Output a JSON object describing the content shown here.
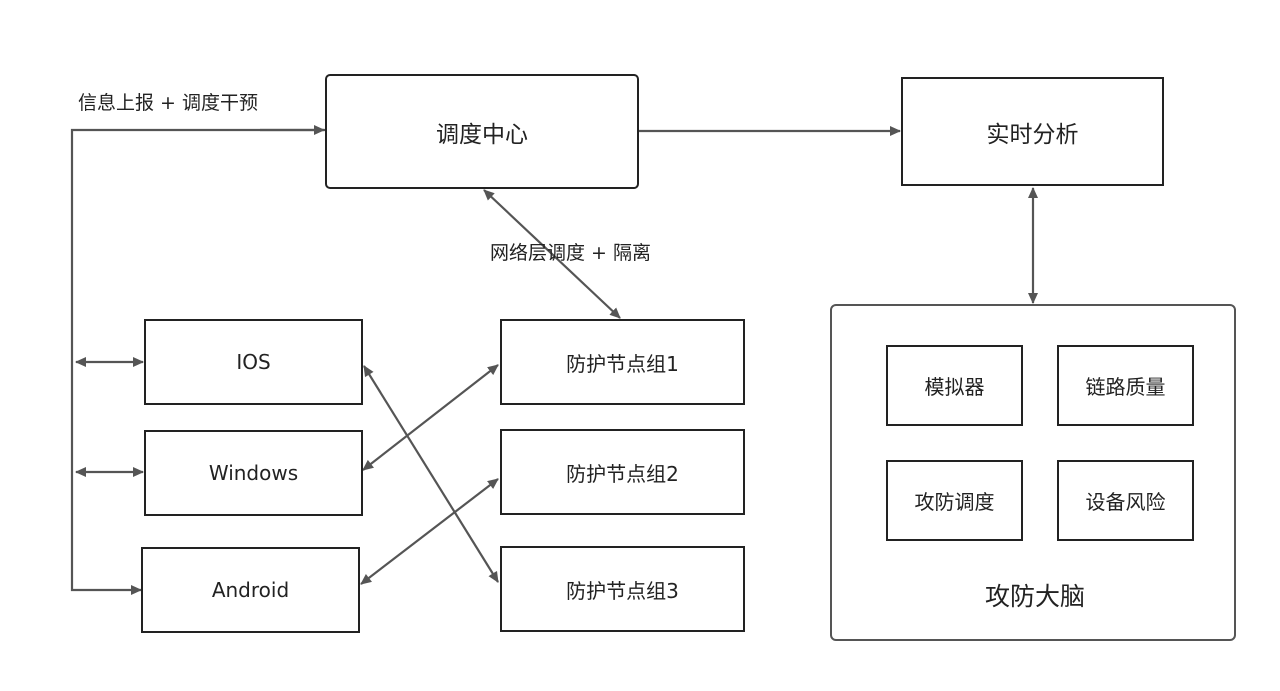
{
  "nodes": {
    "dispatch_center": "调度中心",
    "realtime_analysis": "实时分析",
    "ios": "IOS",
    "windows": "Windows",
    "android": "Android",
    "group1": "防护节点组1",
    "group2": "防护节点组2",
    "group3": "防护节点组3"
  },
  "brain": {
    "title": "攻防大脑",
    "modules": {
      "simulator": "模拟器",
      "link_quality": "链路质量",
      "attack_defense_dispatch": "攻防调度",
      "device_risk": "设备风险"
    }
  },
  "edge_labels": {
    "report_intervene": "信息上报 + 调度干预",
    "network_dispatch_isolate": "网络层调度 + 隔离"
  },
  "colors": {
    "line": "#555555",
    "border": "#222222"
  }
}
